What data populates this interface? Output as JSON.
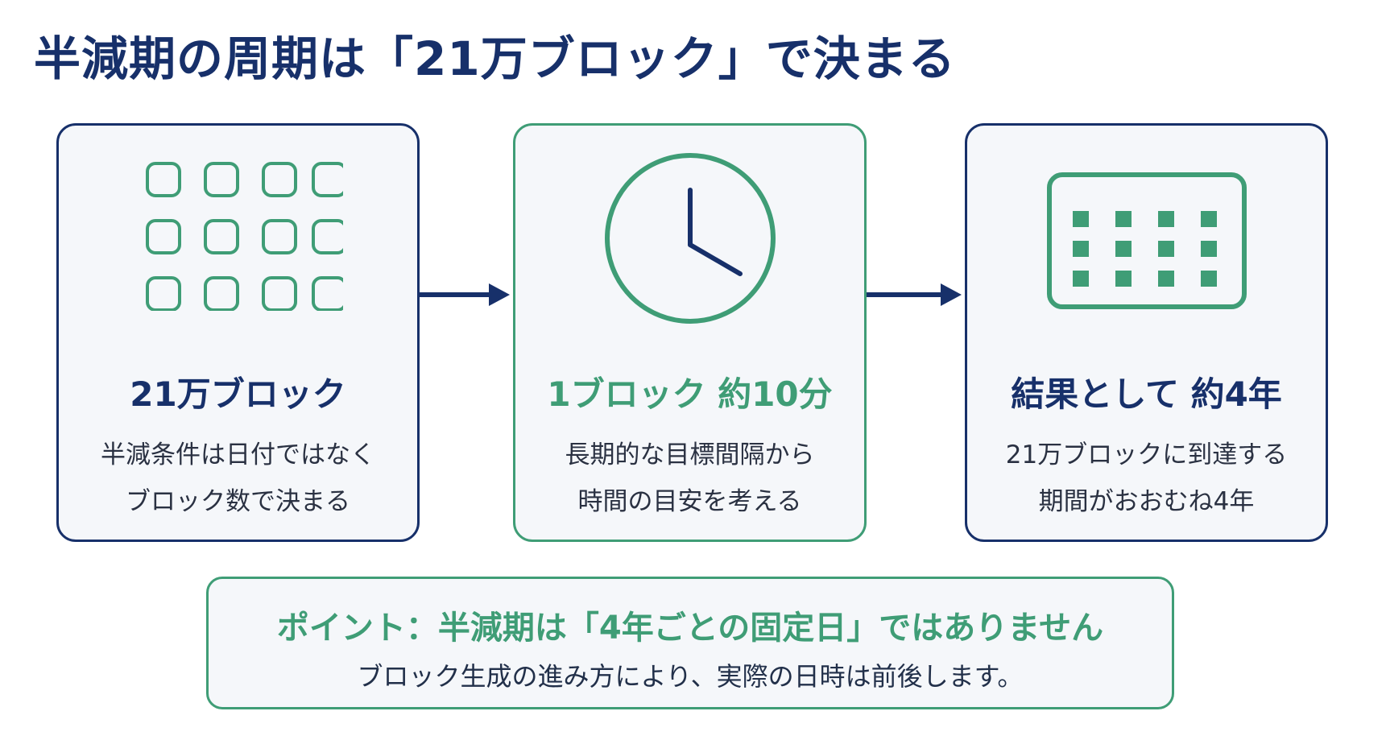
{
  "title": "半減期の周期は「21万ブロック」で決まる",
  "colors": {
    "navy": "#17306a",
    "green": "#3f9d76",
    "card_bg": "#f5f7fa"
  },
  "cards": [
    {
      "icon": "block-grid-icon",
      "heading": "21万ブロック",
      "lines": [
        "半減条件は日付ではなく",
        "ブロック数で決まる"
      ]
    },
    {
      "icon": "clock-icon",
      "heading": "1ブロック 約10分",
      "lines": [
        "長期的な目標間隔から",
        "時間の目安を考える"
      ]
    },
    {
      "icon": "calendar-icon",
      "heading": "結果として 約4年",
      "lines": [
        "21万ブロックに到達する",
        "期間がおおむね4年"
      ]
    }
  ],
  "point": {
    "title": "ポイント：半減期は「4年ごとの固定日」ではありません",
    "subtitle": "ブロック生成の進み方により、実際の日時は前後します。"
  }
}
